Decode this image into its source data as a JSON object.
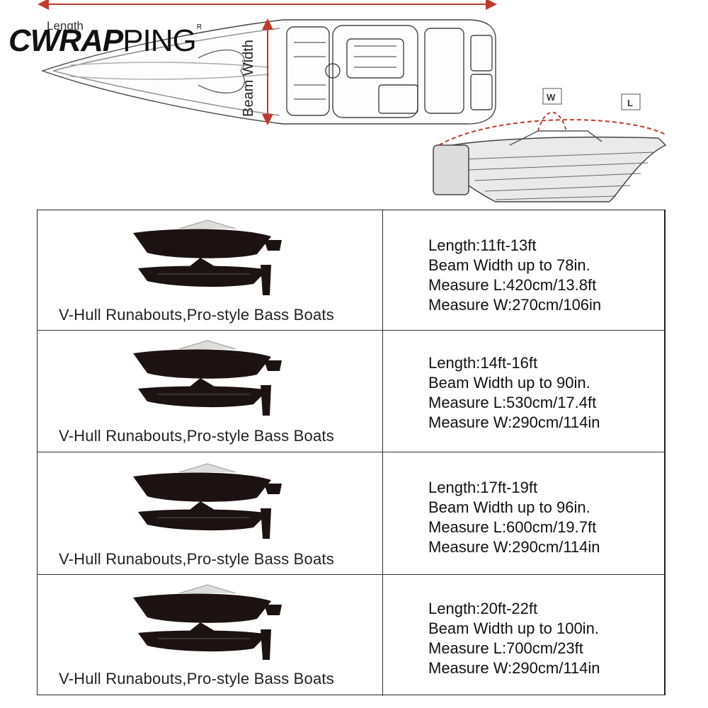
{
  "brand": {
    "logo_bold": "CWRAP",
    "logo_light": "PING",
    "registered": "R"
  },
  "diagram": {
    "length_label": "Length",
    "beam_label": "Beam Width",
    "w_marker": "W",
    "l_marker": "L"
  },
  "colors": {
    "ink": "#1a1a1a",
    "measure_red": "#c0392b",
    "boat_fill": "#1c1212"
  },
  "rows": [
    {
      "caption": "V-Hull Runabouts,Pro-style Bass Boats",
      "specs": [
        "Length:11ft-13ft",
        "Beam Width up to 78in.",
        "Measure L:420cm/13.8ft",
        "Measure W:270cm/106in"
      ]
    },
    {
      "caption": "V-Hull Runabouts,Pro-style Bass Boats",
      "specs": [
        "Length:14ft-16ft",
        "Beam Width up to 90in.",
        "Measure L:530cm/17.4ft",
        "Measure W:290cm/114in"
      ]
    },
    {
      "caption": "V-Hull Runabouts,Pro-style Bass Boats",
      "specs": [
        "Length:17ft-19ft",
        "Beam Width up to 96in.",
        "Measure L:600cm/19.7ft",
        "Measure W:290cm/114in"
      ]
    },
    {
      "caption": "V-Hull Runabouts,Pro-style Bass Boats",
      "specs": [
        "Length:20ft-22ft",
        "Beam Width up to 100in.",
        "Measure L:700cm/23ft",
        "Measure W:290cm/114in"
      ]
    }
  ]
}
